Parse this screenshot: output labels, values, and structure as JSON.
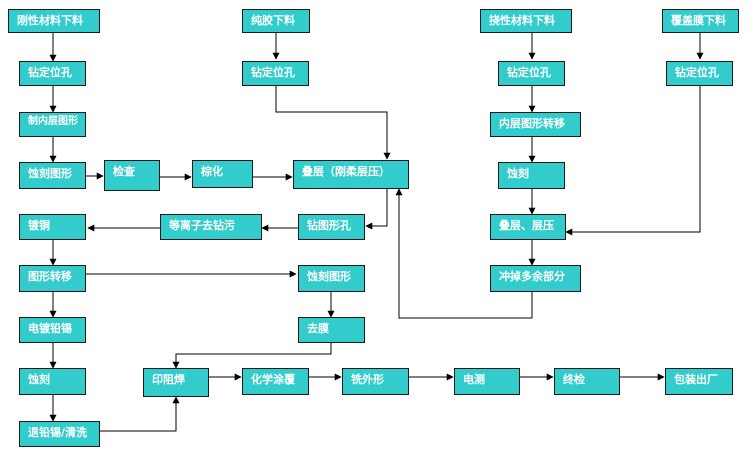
{
  "nodes": {
    "rigid_cut": "刚性材料下料",
    "glue_cut": "纯胶下料",
    "flex_cut": "挠性材料下料",
    "cover_cut": "覆盖膜下料",
    "drill_a": "钻定位孔",
    "drill_b": "钻定位孔",
    "drill_c": "钻定位孔",
    "drill_d": "钻定位孔",
    "inner_pattern": "制内层图形",
    "inner_transfer": "内层图形转移",
    "etch_pattern_a": "蚀刻图形",
    "inspect": "检查",
    "brown": "棕化",
    "laminate": "叠层（刚柔层压）",
    "etch_flex": "蚀刻",
    "plating_cu": "镀铜",
    "plasma": "等离子去钻污",
    "drill_pattern": "钻图形孔",
    "laminate_flex": "叠层、层压",
    "pattern_transfer": "图形转移",
    "etch_pattern_b": "蚀刻图形",
    "punch": "冲掉多余部分",
    "tin_lead": "电镀铅锡",
    "strip": "去膜",
    "etch_c": "蚀刻",
    "solder_mask": "印阻焊",
    "chem_coat": "化学涂覆",
    "milling": "铣外形",
    "e_test": "电测",
    "final_check": "终检",
    "packing": "包装出厂",
    "strip_clean": "退铅锡/清洗"
  }
}
